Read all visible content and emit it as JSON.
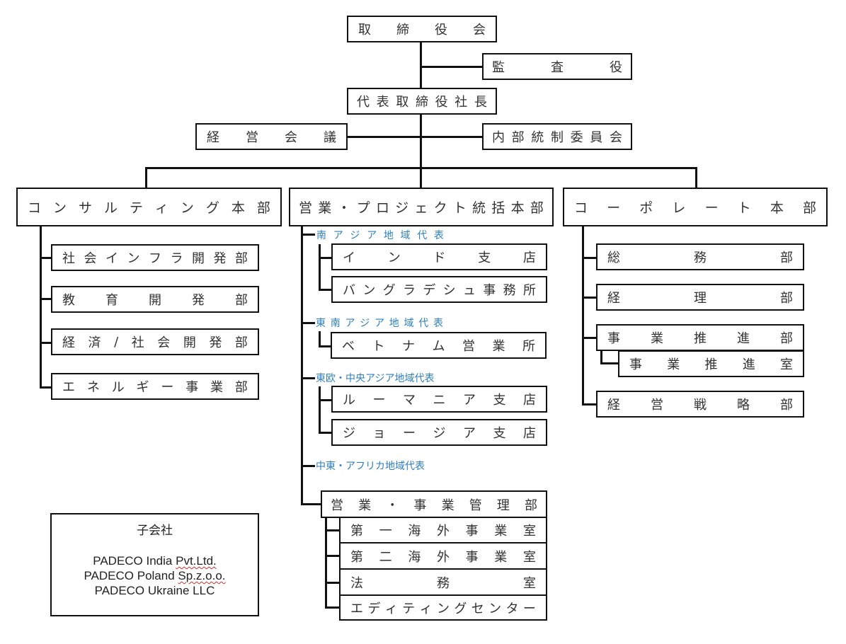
{
  "board": {
    "label": "取締役会"
  },
  "auditor": {
    "label": "監査役"
  },
  "president": {
    "label": "代表取締役社長"
  },
  "management_council": {
    "label": "経営会議"
  },
  "internal_control": {
    "label": "内部統制委員会"
  },
  "divisions": {
    "consulting": {
      "label": "コンサルティング本部",
      "departments": [
        "社会インフラ開発部",
        "教育開発部",
        "経済/社会開発部",
        "エネルギー事業部"
      ]
    },
    "sales": {
      "label": "営業・プロジェクト統括本部",
      "regions": [
        {
          "label": "南アジア地域代表",
          "offices": [
            "インド支店",
            "バングラデシュ事務所"
          ]
        },
        {
          "label": "東南アジア地域代表",
          "offices": [
            "ベトナム営業所"
          ]
        },
        {
          "label": "東欧・中央アジア地域代表",
          "offices": [
            "ルーマニア支店",
            "ジョージア支店"
          ]
        },
        {
          "label": "中東・アフリカ地域代表",
          "offices": []
        }
      ],
      "admin_dept": {
        "label": "営業・事業管理部",
        "rooms": [
          "第一海外事業室",
          "第二海外事業室",
          "法務室",
          "エディティングセンター"
        ]
      }
    },
    "corporate": {
      "label": "コーポレート本部",
      "departments": [
        "総務部",
        "経理部",
        "事業推進部",
        "経営戦略部"
      ],
      "sub_room": "事業推進室"
    }
  },
  "subsidiaries": {
    "title": "子会社",
    "companies": [
      {
        "name": "PADECO India",
        "suffix": "Pvt.Ltd."
      },
      {
        "name": "PADECO Poland",
        "suffix": "Sp.z.o.o."
      },
      {
        "name": "PADECO Ukraine LLC",
        "suffix": ""
      }
    ]
  },
  "colors": {
    "line": "#111111",
    "region_text": "#2e7fbf"
  }
}
